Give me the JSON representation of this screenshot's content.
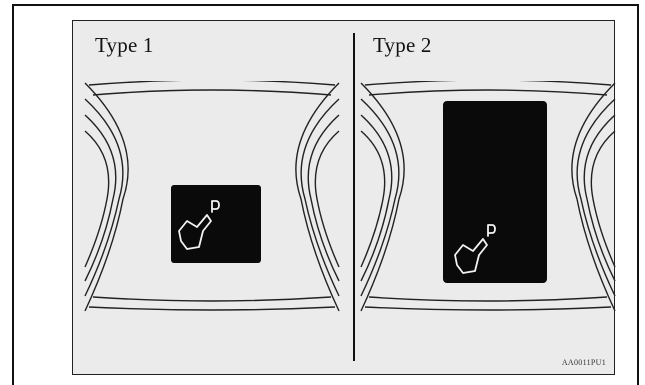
{
  "figure": {
    "panels": [
      {
        "label": "Type 1",
        "display": "small",
        "icon": "parking-brake-p-icon"
      },
      {
        "label": "Type 2",
        "display": "large",
        "icon": "parking-brake-p-icon"
      }
    ],
    "code": "AA0011PU1"
  }
}
